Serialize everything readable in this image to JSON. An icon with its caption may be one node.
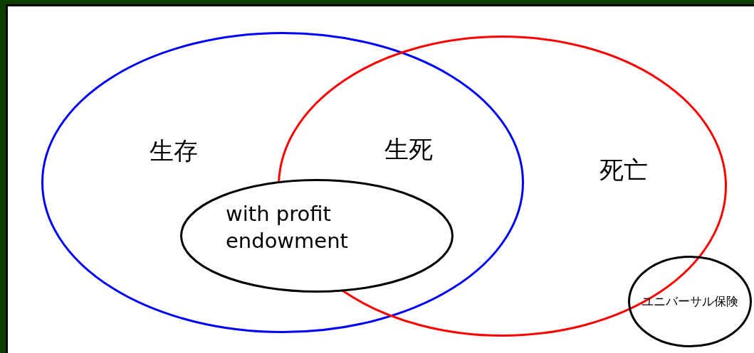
{
  "diagram": {
    "nodes": [
      {
        "text": [
          "生存"
        ]
      },
      {
        "text": [
          "死亡"
        ]
      },
      {
        "text": [
          "with profit endowment"
        ],
        "in": 0
      },
      {
        "text": [
          "ユニバーサル保険"
        ]
      }
    ],
    "labels": [
      "生死"
    ]
  }
}
